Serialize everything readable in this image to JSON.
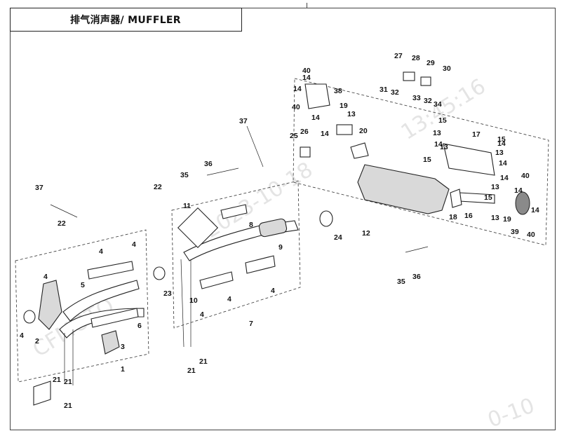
{
  "title": "排气消声器/ MUFFLER",
  "watermarks": [
    "CFMOTO",
    "2023-10-18",
    "13:45:16",
    "0-10"
  ],
  "callouts": [
    "1",
    "2",
    "3",
    "4",
    "4",
    "4",
    "4",
    "4",
    "4",
    "4",
    "5",
    "6",
    "7",
    "8",
    "9",
    "10",
    "11",
    "12",
    "13",
    "13",
    "13",
    "13",
    "13",
    "13",
    "14",
    "14",
    "14",
    "14",
    "14",
    "14",
    "14",
    "14",
    "14",
    "14",
    "15",
    "15",
    "15",
    "15",
    "16",
    "17",
    "18",
    "19",
    "19",
    "20",
    "21",
    "21",
    "21",
    "21",
    "21",
    "22",
    "22",
    "23",
    "24",
    "25",
    "26",
    "27",
    "28",
    "29",
    "30",
    "31",
    "32",
    "32",
    "33",
    "34",
    "35",
    "35",
    "36",
    "36",
    "37",
    "37",
    "38",
    "39",
    "40",
    "40",
    "40",
    "40"
  ]
}
